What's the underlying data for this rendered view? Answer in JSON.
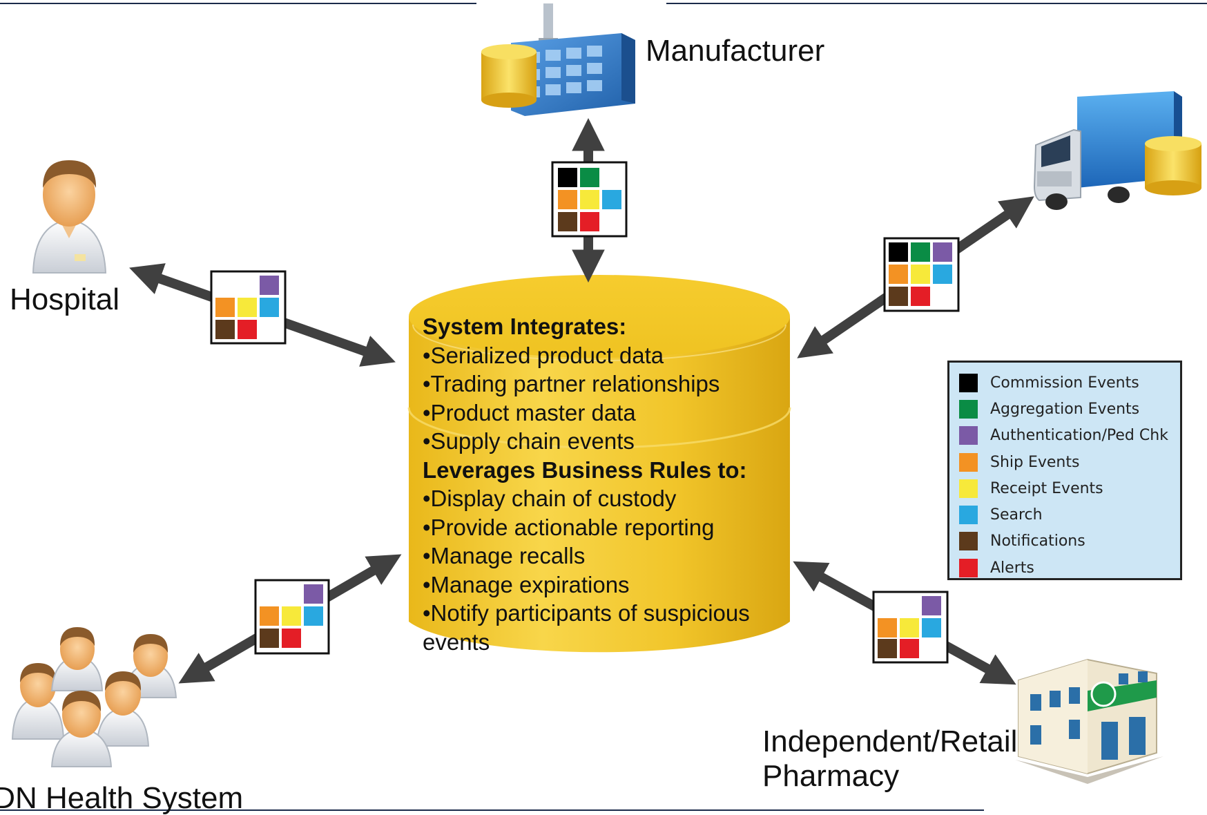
{
  "nodes": {
    "manufacturer": "Manufacturer",
    "hospital": "Hospital",
    "health_system": "IDN Health System",
    "pharmacy_line1": "Independent/Retail",
    "pharmacy_line2": "Pharmacy"
  },
  "database": {
    "heading1": "System Integrates:",
    "items1": [
      "•Serialized product data",
      "•Trading partner relationships",
      "•Product master data",
      "•Supply chain events"
    ],
    "heading2": "Leverages Business Rules to:",
    "items2": [
      "•Display chain of custody",
      "•Provide actionable reporting",
      "•Manage recalls",
      "•Manage expirations",
      "•Notify participants of suspicious",
      "events"
    ]
  },
  "legend": [
    {
      "label": "Commission Events",
      "color": "#000000"
    },
    {
      "label": "Aggregation Events",
      "color": "#0a8c45"
    },
    {
      "label": "Authentication/Ped Chk",
      "color": "#7b5aa6"
    },
    {
      "label": "Ship Events",
      "color": "#f39223"
    },
    {
      "label": "Receipt Events",
      "color": "#f7e93a"
    },
    {
      "label": "Search",
      "color": "#29a8e0"
    },
    {
      "label": "Notifications",
      "color": "#5c3a1c"
    },
    {
      "label": "Alerts",
      "color": "#e41e26"
    }
  ]
}
